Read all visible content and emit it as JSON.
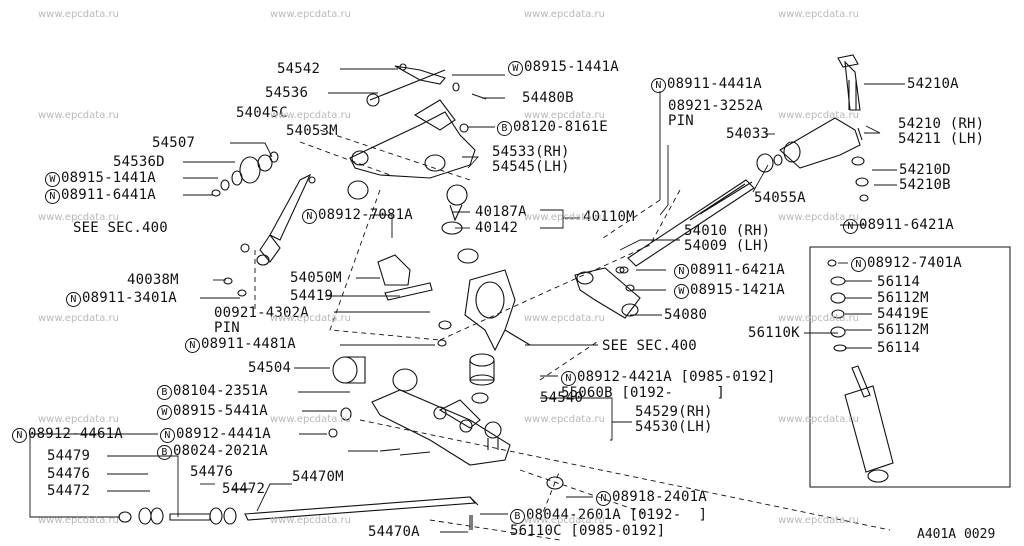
{
  "watermark": "www.epcdata.ru",
  "diagram_code": "A401A 0029",
  "labels": {
    "p54542": "54542",
    "p08915_1441A": "08915-1441A",
    "p54536": "54536",
    "p54480B": "54480B",
    "p54045C": "54045C",
    "p08120_8161E": "08120-8161E",
    "p54507": "54507",
    "p54053M": "54053M",
    "p54536D": "54536D",
    "p08915_1441A_b": "08915-1441A",
    "p08911_6441A": "08911-6441A",
    "p54533_54545": "54533(RH)\n54545(LH)",
    "p08912_7081A": "08912-7081A",
    "p40187A": "40187A",
    "p40110M": "40110M",
    "p40142": "40142",
    "see400a": "SEE SEC.400",
    "p40038M": "40038M",
    "p08911_3401A": "08911-3401A",
    "p54050M": "54050M",
    "p54419": "54419",
    "p00921_4302A": "00921-4302A\nPIN",
    "p08911_4481A": "08911-4481A",
    "see400b": "SEE SEC.400",
    "p54504": "54504",
    "p08104_2351A": "08104-2351A",
    "p08915_5441A": "08915-5441A",
    "p08912_4441A": "08912-4441A",
    "p08912_4461A": "08912-4461A",
    "p08024_2021A": "08024-2021A",
    "p54479": "54479",
    "p54476": "54476",
    "p54472": "54472",
    "p54476b": "54476",
    "p54472b": "54472",
    "p54470M": "54470M",
    "p54470A": "54470A",
    "p08044_2601A": "08044-2601A [0192-  ]\n56110C [0985-0192]",
    "p08918_2401A": "08918-2401A",
    "p08912_4421A": "08912-4421A [0985-0192]\n55060B [0192-     ]",
    "p54540": "54540",
    "p54529_54530": "54529(RH)\n54530(LH)",
    "p54080": "54080",
    "p08915_1421A": "08915-1421A",
    "p08911_6421A": "08911-6421A",
    "p54010_54009": "54010 (RH)\n54009 (LH)",
    "p08911_4441A": "08911-4441A",
    "p08921_3252A": "08921-3252A\nPIN",
    "p54033": "54033",
    "p54055A": "54055A",
    "p54210A": "54210A",
    "p54210_54211": "54210 (RH)\n54211 (LH)",
    "p54210D": "54210D",
    "p54210B": "54210B",
    "p08911_6421A_b": "08911-6421A",
    "p08912_7401A": "08912-7401A",
    "p56114": "56114",
    "p56112M": "56112M",
    "p54419E": "54419E",
    "p56110K": "56110K",
    "p56112M_b": "56112M",
    "p56114_b": "56114"
  },
  "prefix": {
    "W": "W",
    "N": "N",
    "B": "B"
  }
}
